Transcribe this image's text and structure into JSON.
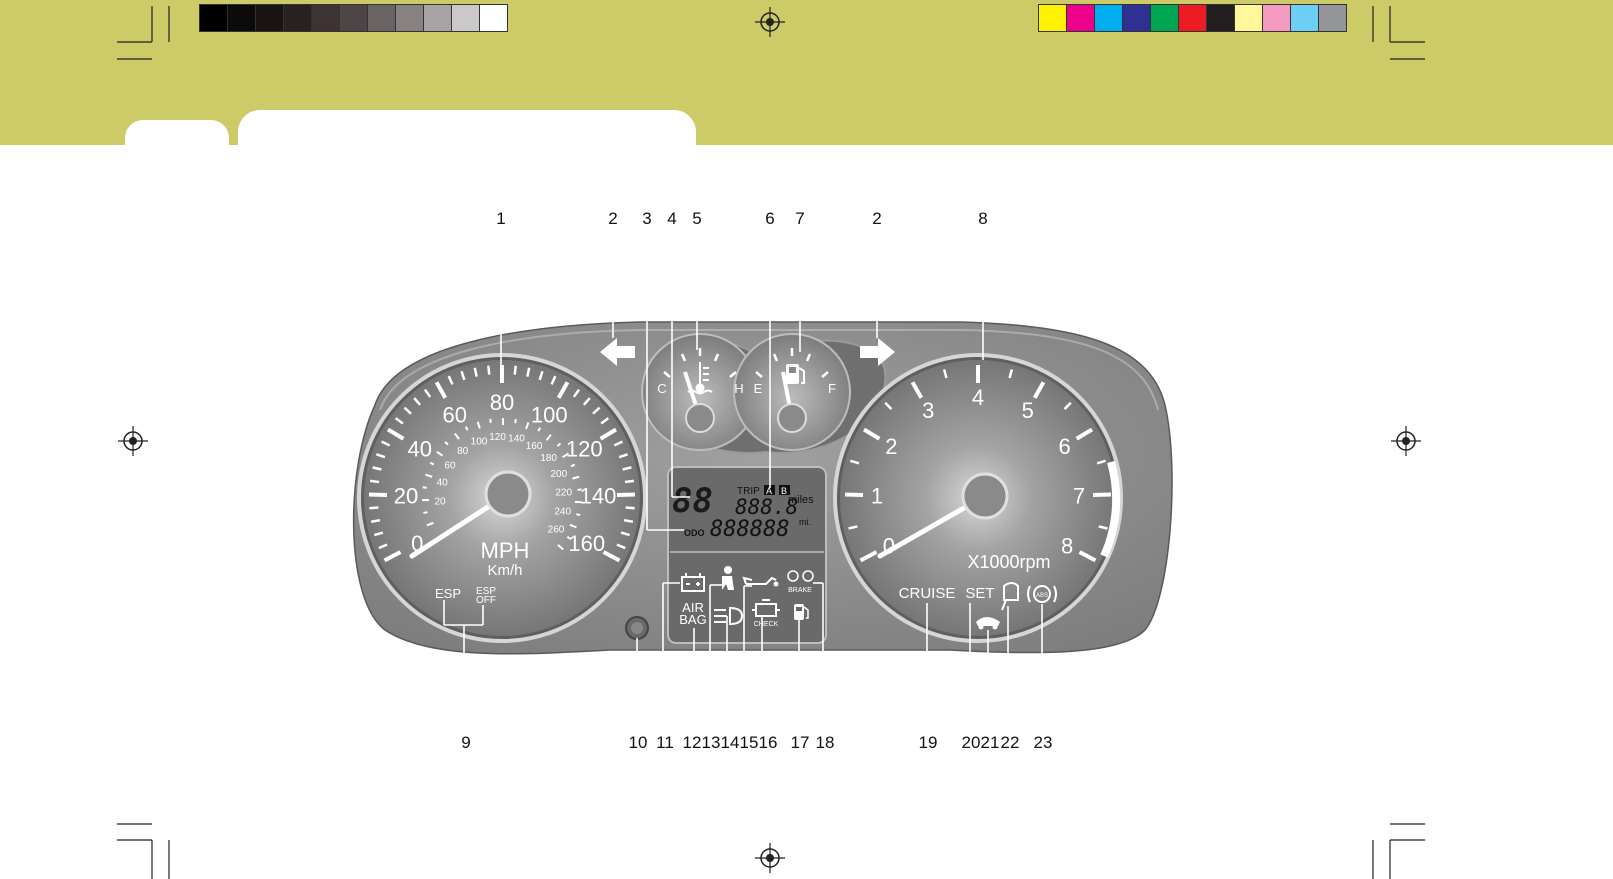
{
  "colors": {
    "banner": "#cdca68",
    "cluster_body": "#8c8c8c",
    "gauge_face": "#7a7a7a",
    "callout_line": "#ffffff"
  },
  "grayscale_swatches": [
    "#000000",
    "#0d0b0a",
    "#1a1412",
    "#2a2220",
    "#3c3332",
    "#4e4646",
    "#6a6364",
    "#878182",
    "#a7a3a4",
    "#cac8c9",
    "#ffffff"
  ],
  "color_swatches": [
    "#fff200",
    "#ec008c",
    "#00aeef",
    "#2e3192",
    "#00a651",
    "#ed1c24",
    "#231f20",
    "#fff799",
    "#f49ac1",
    "#6dcff6",
    "#939598"
  ],
  "speedometer": {
    "mph_ticks": [
      "0",
      "20",
      "40",
      "60",
      "80",
      "100",
      "120",
      "140",
      "160"
    ],
    "kmh_ticks": [
      "20",
      "40",
      "60",
      "80",
      "100",
      "120",
      "140",
      "160",
      "180",
      "200",
      "220",
      "240",
      "260"
    ],
    "unit_main": "MPH",
    "unit_sub": "Km/h"
  },
  "tachometer": {
    "ticks": [
      "0",
      "1",
      "2",
      "3",
      "4",
      "5",
      "6",
      "7",
      "8"
    ],
    "unit": "X1000rpm"
  },
  "temp_gauge": {
    "low": "C",
    "high": "H"
  },
  "fuel_gauge": {
    "low": "E",
    "high": "F"
  },
  "lcd": {
    "gear": "88",
    "trip_label": "TRIP",
    "trip_a": "A",
    "trip_b": "B",
    "trip_value": "888.8",
    "trip_unit": "miles",
    "odo_label": "ODO",
    "odo_value": "888888",
    "odo_unit": "mi."
  },
  "indicators": {
    "esp": "ESP",
    "esp_off_1": "ESP",
    "esp_off_2": "OFF",
    "airbag_1": "AIR",
    "airbag_2": "BAG",
    "check": "CHECK",
    "brake": "BRAKE",
    "cruise": "CRUISE",
    "set": "SET",
    "abs": "ABS"
  },
  "callouts_top": [
    {
      "id": "c-1",
      "label": "1"
    },
    {
      "id": "c-2a",
      "label": "2"
    },
    {
      "id": "c-3",
      "label": "3"
    },
    {
      "id": "c-4",
      "label": "4"
    },
    {
      "id": "c-5",
      "label": "5"
    },
    {
      "id": "c-6",
      "label": "6"
    },
    {
      "id": "c-7",
      "label": "7"
    },
    {
      "id": "c-2b",
      "label": "2"
    },
    {
      "id": "c-8",
      "label": "8"
    }
  ],
  "callouts_bottom": [
    {
      "id": "c-9",
      "label": "9"
    },
    {
      "id": "c-10",
      "label": "10"
    },
    {
      "id": "c-11",
      "label": "11"
    },
    {
      "id": "c-12",
      "label": "12"
    },
    {
      "id": "c-13",
      "label": "13"
    },
    {
      "id": "c-14",
      "label": "14"
    },
    {
      "id": "c-15",
      "label": "15"
    },
    {
      "id": "c-16",
      "label": "16"
    },
    {
      "id": "c-17",
      "label": "17"
    },
    {
      "id": "c-18",
      "label": "18"
    },
    {
      "id": "c-19",
      "label": "19"
    },
    {
      "id": "c-20",
      "label": "20"
    },
    {
      "id": "c-21",
      "label": "21"
    },
    {
      "id": "c-22",
      "label": "22"
    },
    {
      "id": "c-23",
      "label": "23"
    }
  ]
}
